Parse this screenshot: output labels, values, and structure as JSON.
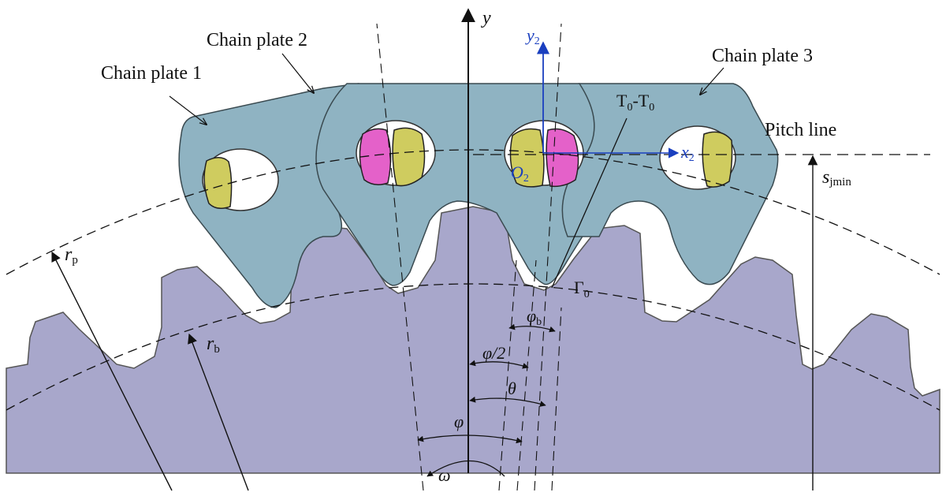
{
  "colors": {
    "sprocket": "#a8a7cb",
    "plate": "#8fb3c2",
    "roller_yellow": "#cfcc5f",
    "roller_pink": "#e461c9",
    "coord_blue": "#1a3fbf",
    "line": "#111111"
  },
  "labels": {
    "chain_plate_1": "Chain plate 1",
    "chain_plate_2": "Chain plate 2",
    "chain_plate_3": "Chain plate 3",
    "pitch_line": "Pitch line",
    "t0t0_main": "T",
    "t0t0_sub1": "0",
    "t0t0_dash": "-T",
    "t0t0_sub2": "0",
    "gamma0_main": "Γ",
    "gamma0_sub": "0",
    "y_axis": "y",
    "y2_main": "y",
    "y2_sub": "2",
    "x2_main": "x",
    "x2_sub": "2",
    "o2_main": "O",
    "o2_sub": "2",
    "s_main": "s",
    "s_sub": "jmin",
    "rp_main": "r",
    "rp_sub": "p",
    "rb_main": "r",
    "rb_sub": "b",
    "phi_b_main": "φ",
    "phi_b_sub": "b",
    "phi_half": "φ/2",
    "theta": "θ",
    "phi": "φ",
    "omega": "ω"
  }
}
